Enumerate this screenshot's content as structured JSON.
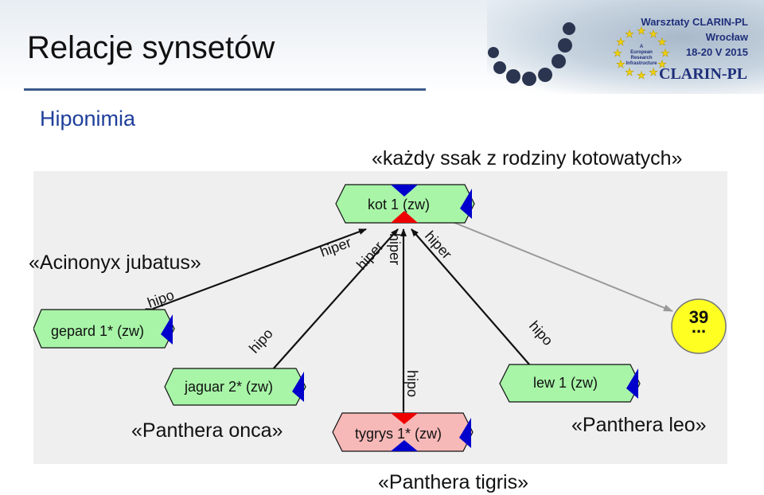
{
  "slide": {
    "title": "Relacje synsetów",
    "subtitle": "Hiponimia"
  },
  "header": {
    "workshop_line1": "Warsztaty CLARIN-PL",
    "workshop_line2": "Wrocław",
    "workshop_line3": "18-20 V 2015",
    "logo_text": "CLARIN-PL",
    "eric_logo_lines": [
      "A",
      "European",
      "Research",
      "Infrastructure"
    ]
  },
  "glosses": {
    "kot": "«każdy ssak z rodziny kotowatych»",
    "gepard": "«Acinonyx jubatus»",
    "jaguar": "«Panthera onca»",
    "tygrys": "«Panthera tigris»",
    "lew": "«Panthera leo»"
  },
  "diagram": {
    "nodes": {
      "kot": "kot 1 (zw)",
      "gepard": "gepard 1* (zw)",
      "jaguar": "jaguar 2* (zw)",
      "tygrys": "tygrys 1* (zw)",
      "lew": "lew 1 (zw)",
      "more_count": "39",
      "more_dots": "..."
    },
    "edges": {
      "hiper": "hiper",
      "hipo": "hipo"
    },
    "colors": {
      "node_green": "#a8f5a8",
      "node_red": "#f7b8b8",
      "marker_red": "#ee0000",
      "marker_blue": "#0000cc",
      "more_yellow": "#ffff22"
    }
  }
}
